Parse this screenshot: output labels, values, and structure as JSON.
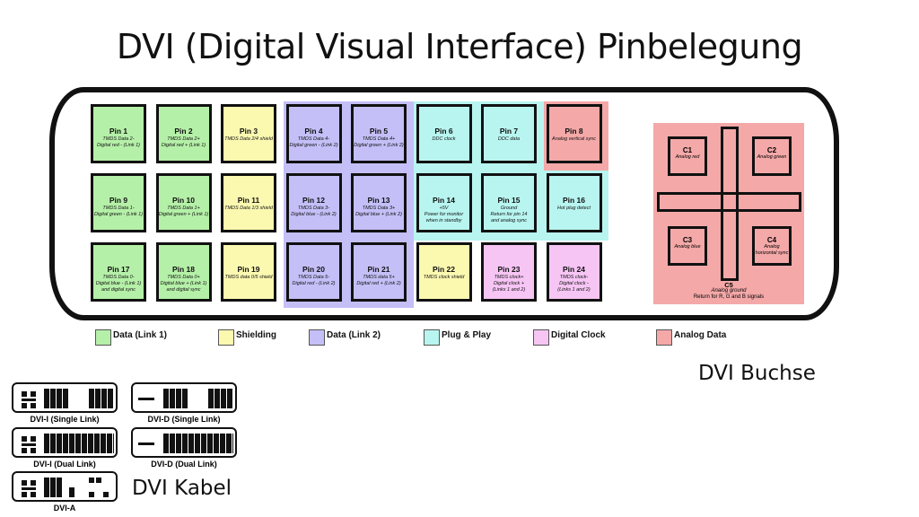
{
  "title": "DVI (Digital Visual Interface) Pinbelegung",
  "pins": [
    {
      "label": "Pin 1",
      "desc": [
        "TMDS Data 2-",
        "Digital red - (Link 1)"
      ],
      "group": "link1"
    },
    {
      "label": "Pin 2",
      "desc": [
        "TMDS Data 2+",
        "Digital red + (Link 1)"
      ],
      "group": "link1"
    },
    {
      "label": "Pin 3",
      "desc": [
        "TMDS Data 2/4 shield"
      ],
      "group": "shield"
    },
    {
      "label": "Pin 4",
      "desc": [
        "TMDS Data 4-",
        "Digital green - (Link 2)"
      ],
      "group": "link2"
    },
    {
      "label": "Pin 5",
      "desc": [
        "TMDS Data 4+",
        "Digital green + (Link 2)"
      ],
      "group": "link2"
    },
    {
      "label": "Pin 6",
      "desc": [
        "DDC clock"
      ],
      "group": "pnp"
    },
    {
      "label": "Pin 7",
      "desc": [
        "DDC data"
      ],
      "group": "pnp"
    },
    {
      "label": "Pin 8",
      "desc": [
        "Analog vertical sync"
      ],
      "group": "analog"
    },
    {
      "label": "Pin 9",
      "desc": [
        "TMDS Data 1-",
        "Digital green - (Link 1)"
      ],
      "group": "link1"
    },
    {
      "label": "Pin 10",
      "desc": [
        "TMDS Data 1+",
        "Digital green + (Link 1)"
      ],
      "group": "link1"
    },
    {
      "label": "Pin 11",
      "desc": [
        "TMDS Data 1/3 shield"
      ],
      "group": "shield"
    },
    {
      "label": "Pin 12",
      "desc": [
        "TMDS Data 3-",
        "Digital blue - (Link 2)"
      ],
      "group": "link2"
    },
    {
      "label": "Pin 13",
      "desc": [
        "TMDS Data 3+",
        "Digital blue + (Link 2)"
      ],
      "group": "link2"
    },
    {
      "label": "Pin 14",
      "desc": [
        "+5V",
        "Power for monitor",
        "when in standby"
      ],
      "group": "pnp"
    },
    {
      "label": "Pin 15",
      "desc": [
        "Ground",
        "Return for pin 14",
        "and analog sync"
      ],
      "group": "pnp"
    },
    {
      "label": "Pin 16",
      "desc": [
        "Hot plug detect"
      ],
      "group": "pnp"
    },
    {
      "label": "Pin 17",
      "desc": [
        "TMDS Data 0-",
        "Digital blue - (Link 1)",
        "and digital sync"
      ],
      "group": "link1"
    },
    {
      "label": "Pin 18",
      "desc": [
        "TMDS Data 0+",
        "Digital blue + (Link 1)",
        "and digital sync"
      ],
      "group": "link1"
    },
    {
      "label": "Pin 19",
      "desc": [
        "TMDS data 0/5 shield"
      ],
      "group": "shield"
    },
    {
      "label": "Pin 20",
      "desc": [
        "TMDS Data 5-",
        "Digital red - (Link 2)"
      ],
      "group": "link2"
    },
    {
      "label": "Pin 21",
      "desc": [
        "TMDS data 5+",
        "Digital red + (Link 2)"
      ],
      "group": "link2"
    },
    {
      "label": "Pin 22",
      "desc": [
        "TMDS clock shield"
      ],
      "group": "shield"
    },
    {
      "label": "Pin 23",
      "desc": [
        "TMDS clock+",
        "Digital clock +",
        "(Links 1 and 2)"
      ],
      "group": "clock"
    },
    {
      "label": "Pin 24",
      "desc": [
        "TMDS clock-",
        "Digital clock -",
        "(Links 1 and 2)"
      ],
      "group": "clock"
    }
  ],
  "analog_pins": {
    "c1": {
      "label": "C1",
      "desc": [
        "Analog red"
      ]
    },
    "c2": {
      "label": "C2",
      "desc": [
        "Analog green"
      ]
    },
    "c3": {
      "label": "C3",
      "desc": [
        "Analog blue"
      ]
    },
    "c4": {
      "label": "C4",
      "desc": [
        "Analog",
        "horizontal sync"
      ]
    },
    "c5": {
      "label": "C5",
      "desc": [
        "Analog ground",
        "Return for R, G and B signals"
      ]
    }
  },
  "colors": {
    "link1": "#b5f0a8",
    "shield": "#fbf8b0",
    "link2": "#c4bff7",
    "pnp": "#b8f5f0",
    "clock": "#f6c5f4",
    "analog": "#f4a8a8"
  },
  "legend": [
    {
      "key": "link1",
      "label": "Data (Link 1)"
    },
    {
      "key": "shield",
      "label": "Shielding"
    },
    {
      "key": "link2",
      "label": "Data (Link 2)"
    },
    {
      "key": "pnp",
      "label": "Plug & Play"
    },
    {
      "key": "clock",
      "label": "Digital Clock"
    },
    {
      "key": "analog",
      "label": "Analog Data"
    }
  ],
  "socket_label": "DVI Buchse",
  "cable_label": "DVI Kabel",
  "cables": [
    "DVI-I (Single Link)",
    "DVI-D (Single Link)",
    "DVI-I (Dual Link)",
    "DVI-D (Dual Link)",
    "DVI-A"
  ]
}
